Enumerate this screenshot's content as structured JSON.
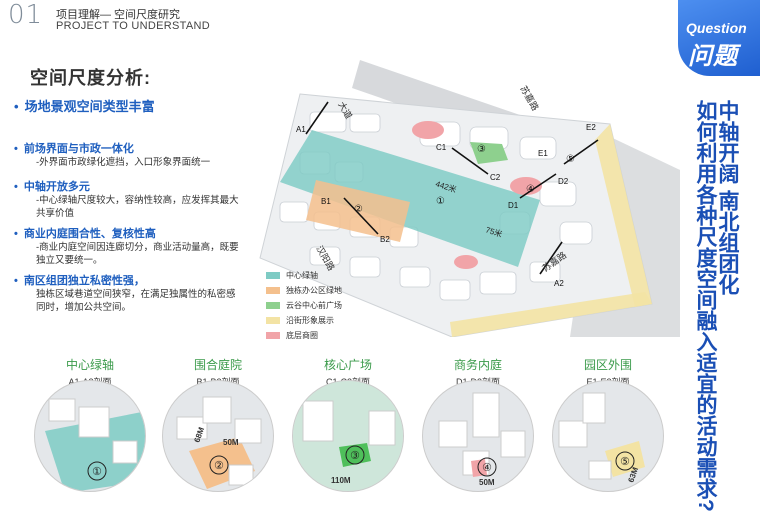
{
  "header": {
    "number": "01",
    "title_cn": "项目理解— 空间尺度研究",
    "title_en": "PROJECT TO UNDERSTAND"
  },
  "badge": {
    "en": "Question",
    "cn": "问题"
  },
  "question": {
    "line1": "中轴开阔  南北组团化",
    "line2": "如何利用各种尺度空间融入适宜的活动需求?"
  },
  "section_title": "空间尺度分析:",
  "bullets": [
    {
      "head": "场地景观空间类型丰富",
      "text": ""
    },
    {
      "head": "前场界面与市政一体化",
      "text": "-外界面市政绿化遮挡，入口形象界面统一"
    },
    {
      "head": "中轴开放多元",
      "text": "-中心绿轴尺度较大，容纳性较高，应发挥其最大共享价值"
    },
    {
      "head": "商业内庭围合性、复核性高",
      "text": "-商业内庭空间因连廊切分，商业活动量高，既要独立又要统一。"
    },
    {
      "head": "南区组团独立私密性强，",
      "text": "独栋区域巷道空间狭窄，在满足独属性的私密感同时，增加公共空间。"
    }
  ],
  "map": {
    "road1": "苏嘉路",
    "road2": "苏嘉路",
    "road3": "汉阳路",
    "road4": "大道",
    "dim1": "442米",
    "dim2": "75米",
    "points": [
      "A1",
      "A2",
      "B1",
      "B2",
      "C1",
      "C2",
      "D1",
      "D2",
      "E1",
      "E2"
    ],
    "marks": [
      "①",
      "②",
      "③",
      "④",
      "⑤"
    ]
  },
  "legend": [
    {
      "label": "中心绿轴",
      "color": "#7ecbc4"
    },
    {
      "label": "独栋办公区绿地",
      "color": "#f4c08d"
    },
    {
      "label": "云谷中心前广场",
      "color": "#8ed08e"
    },
    {
      "label": "沿街形象展示",
      "color": "#f3e3a4"
    },
    {
      "label": "底层商圈",
      "color": "#f1a4a8"
    }
  ],
  "sections": [
    {
      "title": "中心绿轴",
      "sub": "A1-A2剖面",
      "mark": "①"
    },
    {
      "title": "围合庭院",
      "sub": "B1-B2剖面",
      "mark": "②",
      "dims": [
        "68M",
        "50M"
      ]
    },
    {
      "title": "核心广场",
      "sub": "C1-C2剖面",
      "mark": "③",
      "dims": [
        "110M"
      ]
    },
    {
      "title": "商务内庭",
      "sub": "D1-D2剖面",
      "mark": "④",
      "dims": [
        "50M"
      ]
    },
    {
      "title": "园区外围",
      "sub": "E1-E2剖面",
      "mark": "⑤",
      "dims": [
        "63M"
      ]
    }
  ]
}
